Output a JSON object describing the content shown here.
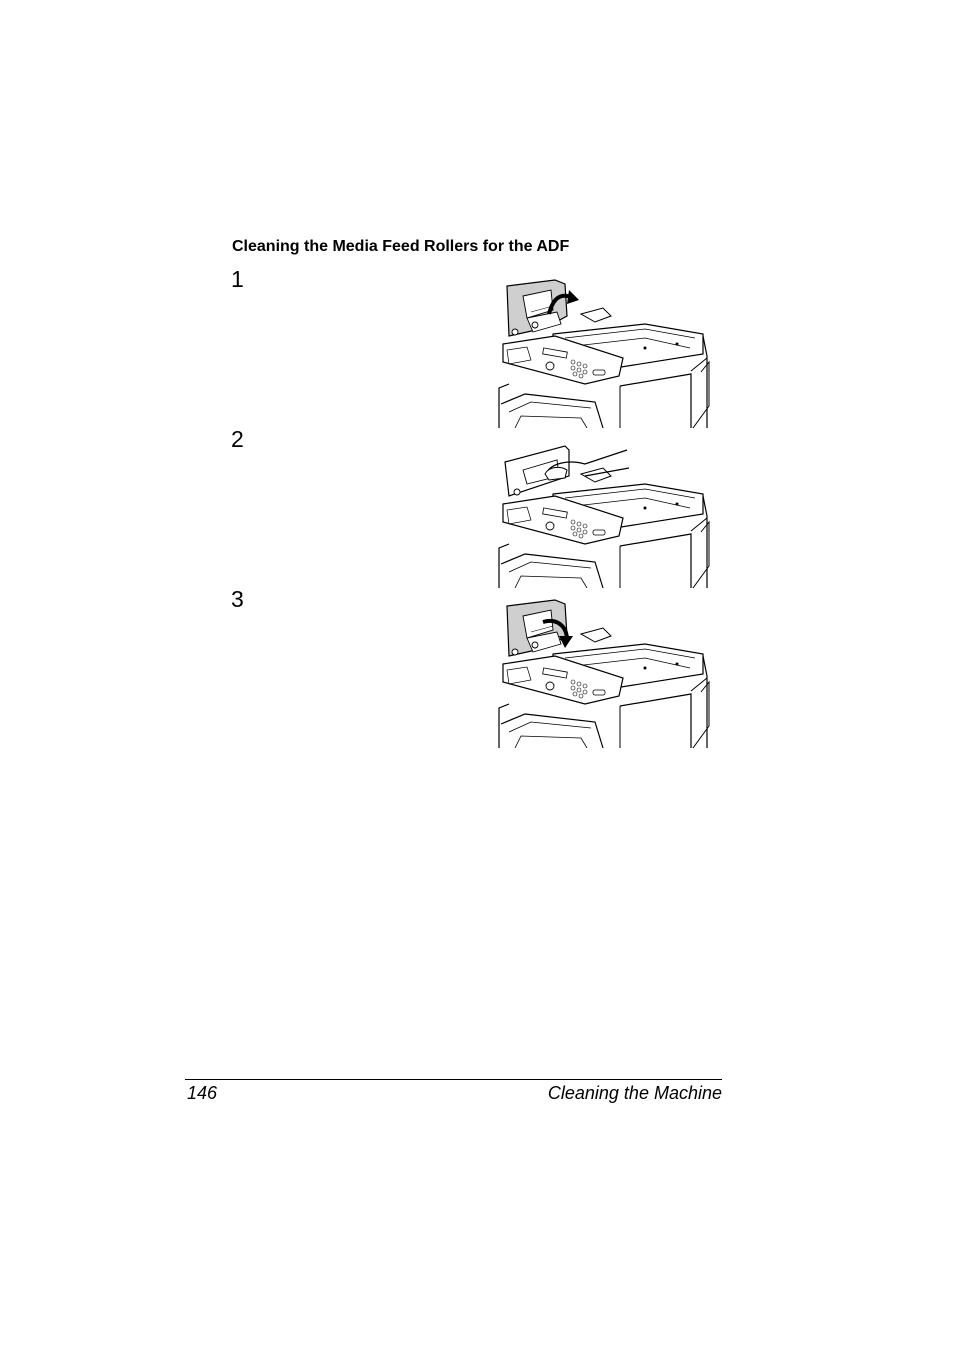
{
  "section": {
    "heading": "Cleaning the Media Feed Rollers for the ADF"
  },
  "steps": [
    {
      "number": "1",
      "illustration": "open-adf-cover-illustration"
    },
    {
      "number": "2",
      "illustration": "wipe-feed-rollers-illustration"
    },
    {
      "number": "3",
      "illustration": "close-adf-cover-illustration"
    }
  ],
  "footer": {
    "page_number": "146",
    "chapter_title": "Cleaning the Machine"
  }
}
